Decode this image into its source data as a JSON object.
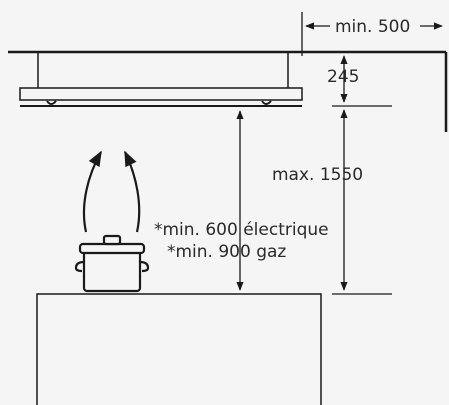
{
  "labels": {
    "min_side": "min. 500",
    "hood_gap": "245",
    "max_height": "max. 1550",
    "min_electric": "*min. 600 électrique",
    "min_gas": "*min. 900 gaz"
  },
  "colors": {
    "background": "#f5f5f5",
    "line": "#1a1a1a",
    "text": "#2a2a2a",
    "counter_fill": "#f5f5f5"
  },
  "icons": {
    "pot": "cooking-pot-icon",
    "steam": "steam-arrows-icon"
  }
}
